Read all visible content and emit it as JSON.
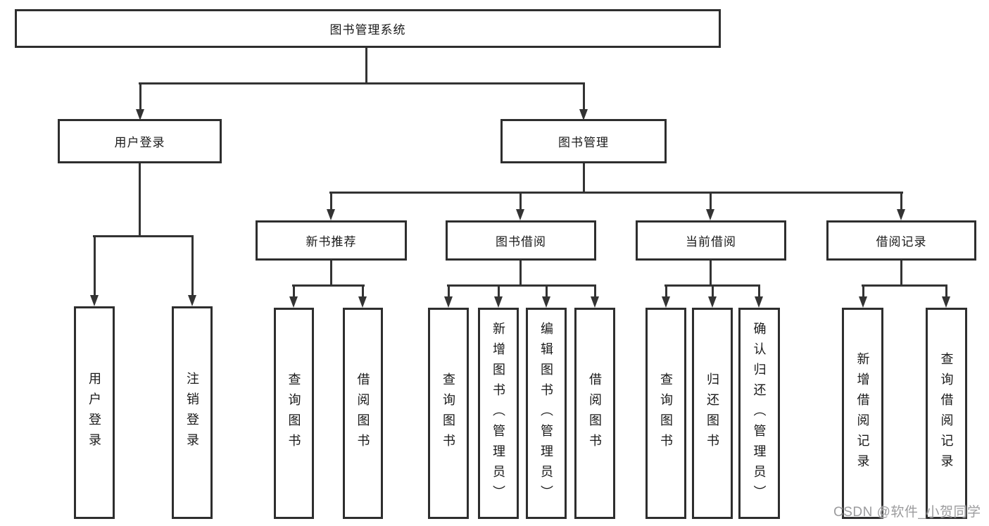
{
  "colors": {
    "stroke": "#333333",
    "box_border": "#2e2e2e",
    "background": "#ffffff",
    "watermark": "#9c9c9e"
  },
  "tree": {
    "label": "图书管理系统",
    "children": [
      {
        "label": "用户登录",
        "children": [
          {
            "label": "用户登录"
          },
          {
            "label": "注销登录"
          }
        ]
      },
      {
        "label": "图书管理",
        "children": [
          {
            "label": "新书推荐",
            "children": [
              {
                "label": "查询图书"
              },
              {
                "label": "借阅图书"
              }
            ]
          },
          {
            "label": "图书借阅",
            "children": [
              {
                "label": "查询图书"
              },
              {
                "label": "新增图书（管理员）"
              },
              {
                "label": "编辑图书（管理员）"
              },
              {
                "label": "借阅图书"
              }
            ]
          },
          {
            "label": "当前借阅",
            "children": [
              {
                "label": "查询图书"
              },
              {
                "label": "归还图书"
              },
              {
                "label": "确认归还（管理员）"
              }
            ]
          },
          {
            "label": "借阅记录",
            "children": [
              {
                "label": "新增借阅记录"
              },
              {
                "label": "查询借阅记录"
              }
            ]
          }
        ]
      }
    ]
  },
  "watermark": {
    "text": "CSDN @软件_小贺同学"
  }
}
